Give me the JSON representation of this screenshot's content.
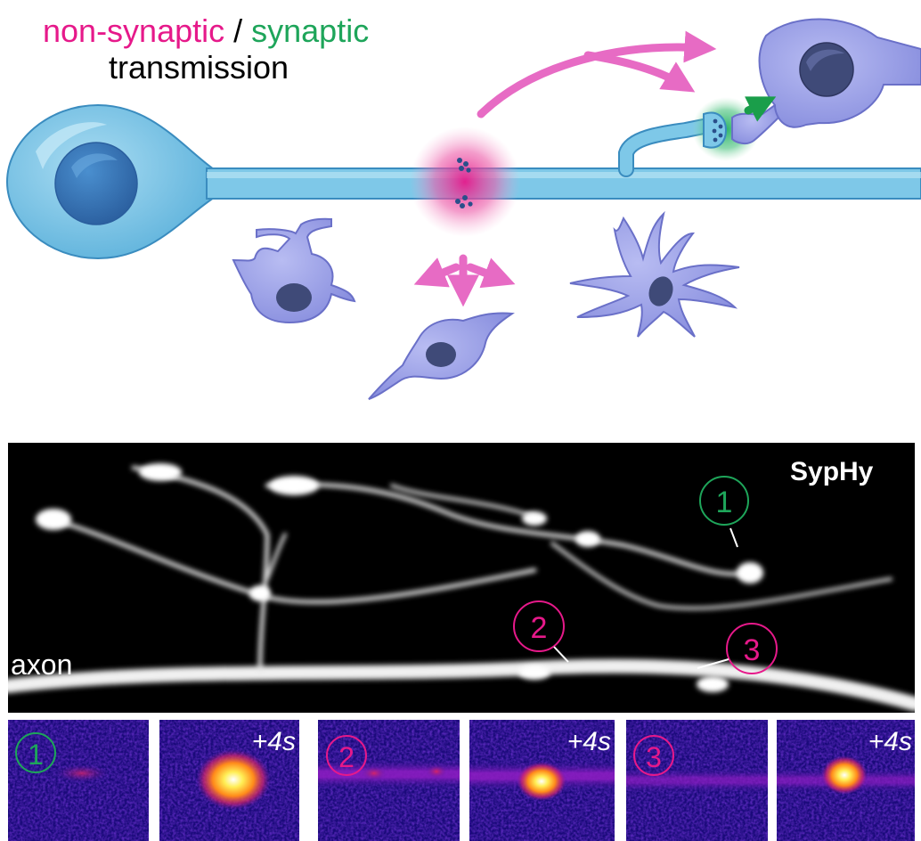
{
  "title": {
    "part1": "non-synaptic",
    "separator": " / ",
    "part2": "synaptic",
    "line2": "transmission"
  },
  "colors": {
    "non_synaptic": "#e6198a",
    "synaptic": "#1ea55a",
    "neuron_fill": "#7ec8e8",
    "glia_fill": "#9aa0e6",
    "arrow_pink": "#e76bc4",
    "arrow_green": "#1a9e4a"
  },
  "icons": [
    "neuron-soma-icon",
    "axon-icon",
    "release-cloud-icon",
    "synapse-icon",
    "microglia-icon",
    "oligodendrocyte-icon",
    "astrocyte-icon",
    "postsynaptic-neuron-icon"
  ],
  "image_panel": {
    "channel_label": "SypHy",
    "axon_label": "axon",
    "markers": [
      {
        "label": "1",
        "kind": "synaptic"
      },
      {
        "label": "2",
        "kind": "non-synaptic"
      },
      {
        "label": "3",
        "kind": "non-synaptic"
      }
    ]
  },
  "timeseries": {
    "time_label": "+4s",
    "panels": [
      {
        "marker": "1",
        "kind": "synaptic"
      },
      {
        "marker": "2",
        "kind": "non-synaptic"
      },
      {
        "marker": "3",
        "kind": "non-synaptic"
      }
    ]
  }
}
